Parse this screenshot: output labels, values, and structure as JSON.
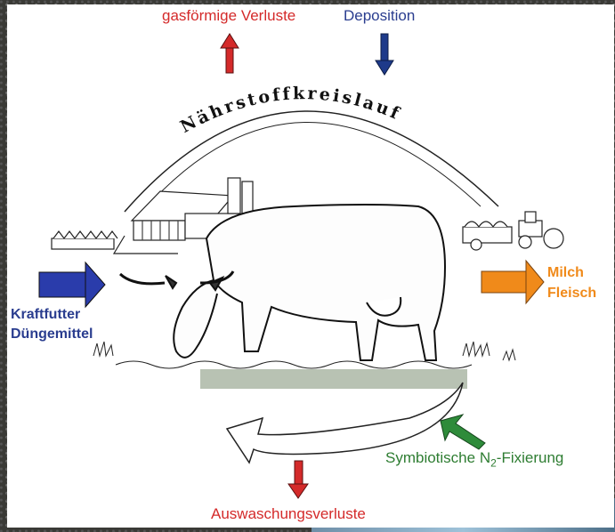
{
  "diagram": {
    "circle_title": "Nährstoffkreislauf",
    "labels": {
      "gaseous_losses": "gasförmige Verluste",
      "deposition": "Deposition",
      "input_line1": "Kraftfutter",
      "input_line2": "Düngemittel",
      "output_line1": "Milch",
      "output_line2": "Fleisch",
      "fixation_prefix": "Symbiotische N",
      "fixation_subscript": "2",
      "fixation_suffix": "-Fixierung",
      "leaching": "Auswaschungsverluste"
    },
    "colors": {
      "red": "#d42a2a",
      "navy": "#1e3a8a",
      "blue_label": "#2a3d8f",
      "orange": "#f08a1a",
      "green": "#2e8b3a",
      "green_text": "#2e7d32"
    }
  }
}
